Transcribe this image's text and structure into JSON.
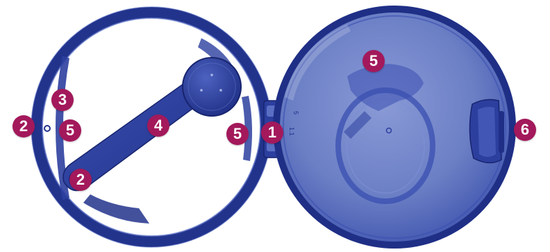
{
  "figure": {
    "object": "open case",
    "parts": {
      "hinge": "hinge",
      "lid": "lid",
      "base": "base",
      "arm": "arm",
      "dial": "dial",
      "clasp": "clasp"
    },
    "colors": {
      "case_dark": "#1f2f86",
      "case_mid": "#2c3f9f",
      "case_light": "#5a6fc4",
      "lid_translucent": "#6f82c6",
      "callout": "#a3195b",
      "callout_text": "#ffffff"
    },
    "printed_marks": [
      "1.1",
      "5"
    ]
  },
  "callouts": [
    {
      "id": "c1",
      "label": "1"
    },
    {
      "id": "c2a",
      "label": "2"
    },
    {
      "id": "c2b",
      "label": "2"
    },
    {
      "id": "c3",
      "label": "3"
    },
    {
      "id": "c4",
      "label": "4"
    },
    {
      "id": "c5a",
      "label": "5"
    },
    {
      "id": "c5b",
      "label": "5"
    },
    {
      "id": "c5c",
      "label": "5"
    },
    {
      "id": "c6",
      "label": "6"
    }
  ]
}
